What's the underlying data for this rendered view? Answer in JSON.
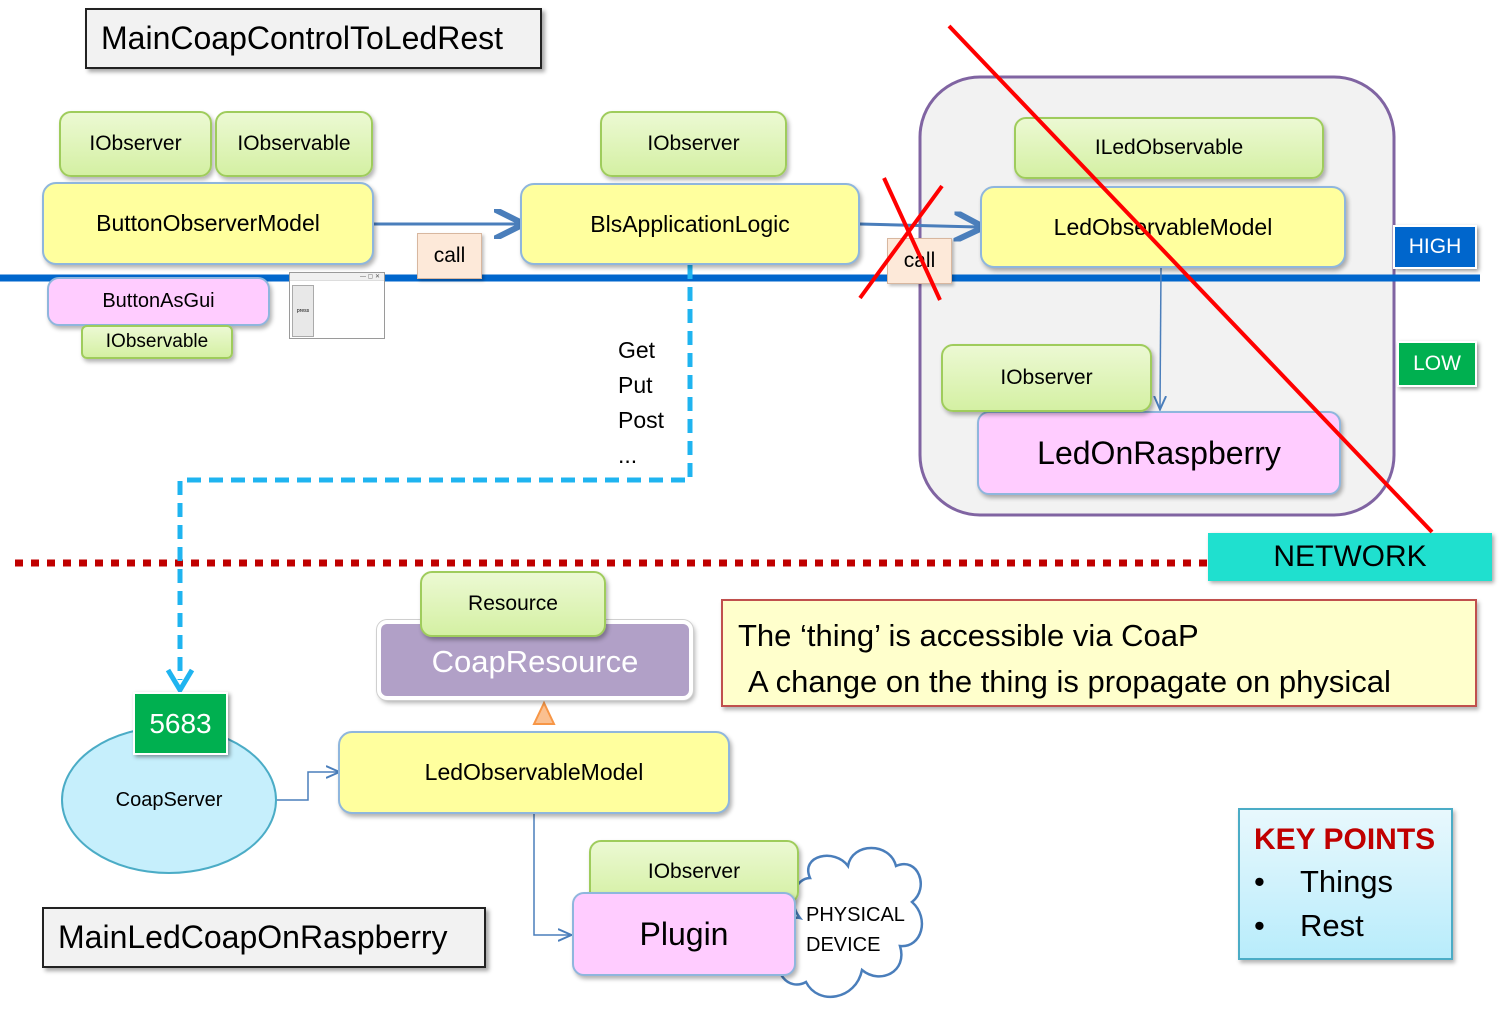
{
  "titles": {
    "top": "MainCoapControlToLedRest",
    "bottom": "MainLedCoapOnRaspberry"
  },
  "boxes": {
    "iobserver_1": "IObserver",
    "iobservable_1": "IObservable",
    "button_observer_model": "ButtonObserverModel",
    "button_as_gui": "ButtonAsGui",
    "iobservable_2": "IObservable",
    "iobserver_2": "IObserver",
    "bls_application_logic": "BlsApplicationLogic",
    "iled_observable": "ILedObservable",
    "led_observable_model_top": "LedObservableModel",
    "iobserver_3": "IObserver",
    "led_on_raspberry": "LedOnRaspberry",
    "resource": "Resource",
    "coap_resource": "CoapResource",
    "led_observable_model_bottom": "LedObservableModel",
    "iobserver_4": "IObserver",
    "plugin": "Plugin",
    "coap_server": "CoapServer",
    "port": "5683"
  },
  "calls": {
    "call_1": "call",
    "call_2": "call"
  },
  "tags": {
    "high": "HIGH",
    "low": "LOW",
    "network": "NETWORK"
  },
  "methods": [
    "Get",
    "Put",
    "Post",
    "..."
  ],
  "gui_button": "press",
  "physical_device": [
    "PHYSICAL",
    "DEVICE"
  ],
  "note": {
    "line1": "The ‘thing’ is accessible via CoaP",
    "line2": "A change on the thing is propagate on physical"
  },
  "key_points": {
    "title": "KEY POINTS",
    "items": [
      "Things",
      "Rest"
    ]
  },
  "colors": {
    "blue_line": "#0066cc",
    "red_dots": "#c00000",
    "red_cross": "#ff0000",
    "dash_arrow": "#1fb4f0",
    "high_tag": "#0066cc",
    "low_tag": "#00b050",
    "network_tag": "#1fe0cf",
    "port_tag": "#00b050",
    "key_title": "#c00000"
  }
}
